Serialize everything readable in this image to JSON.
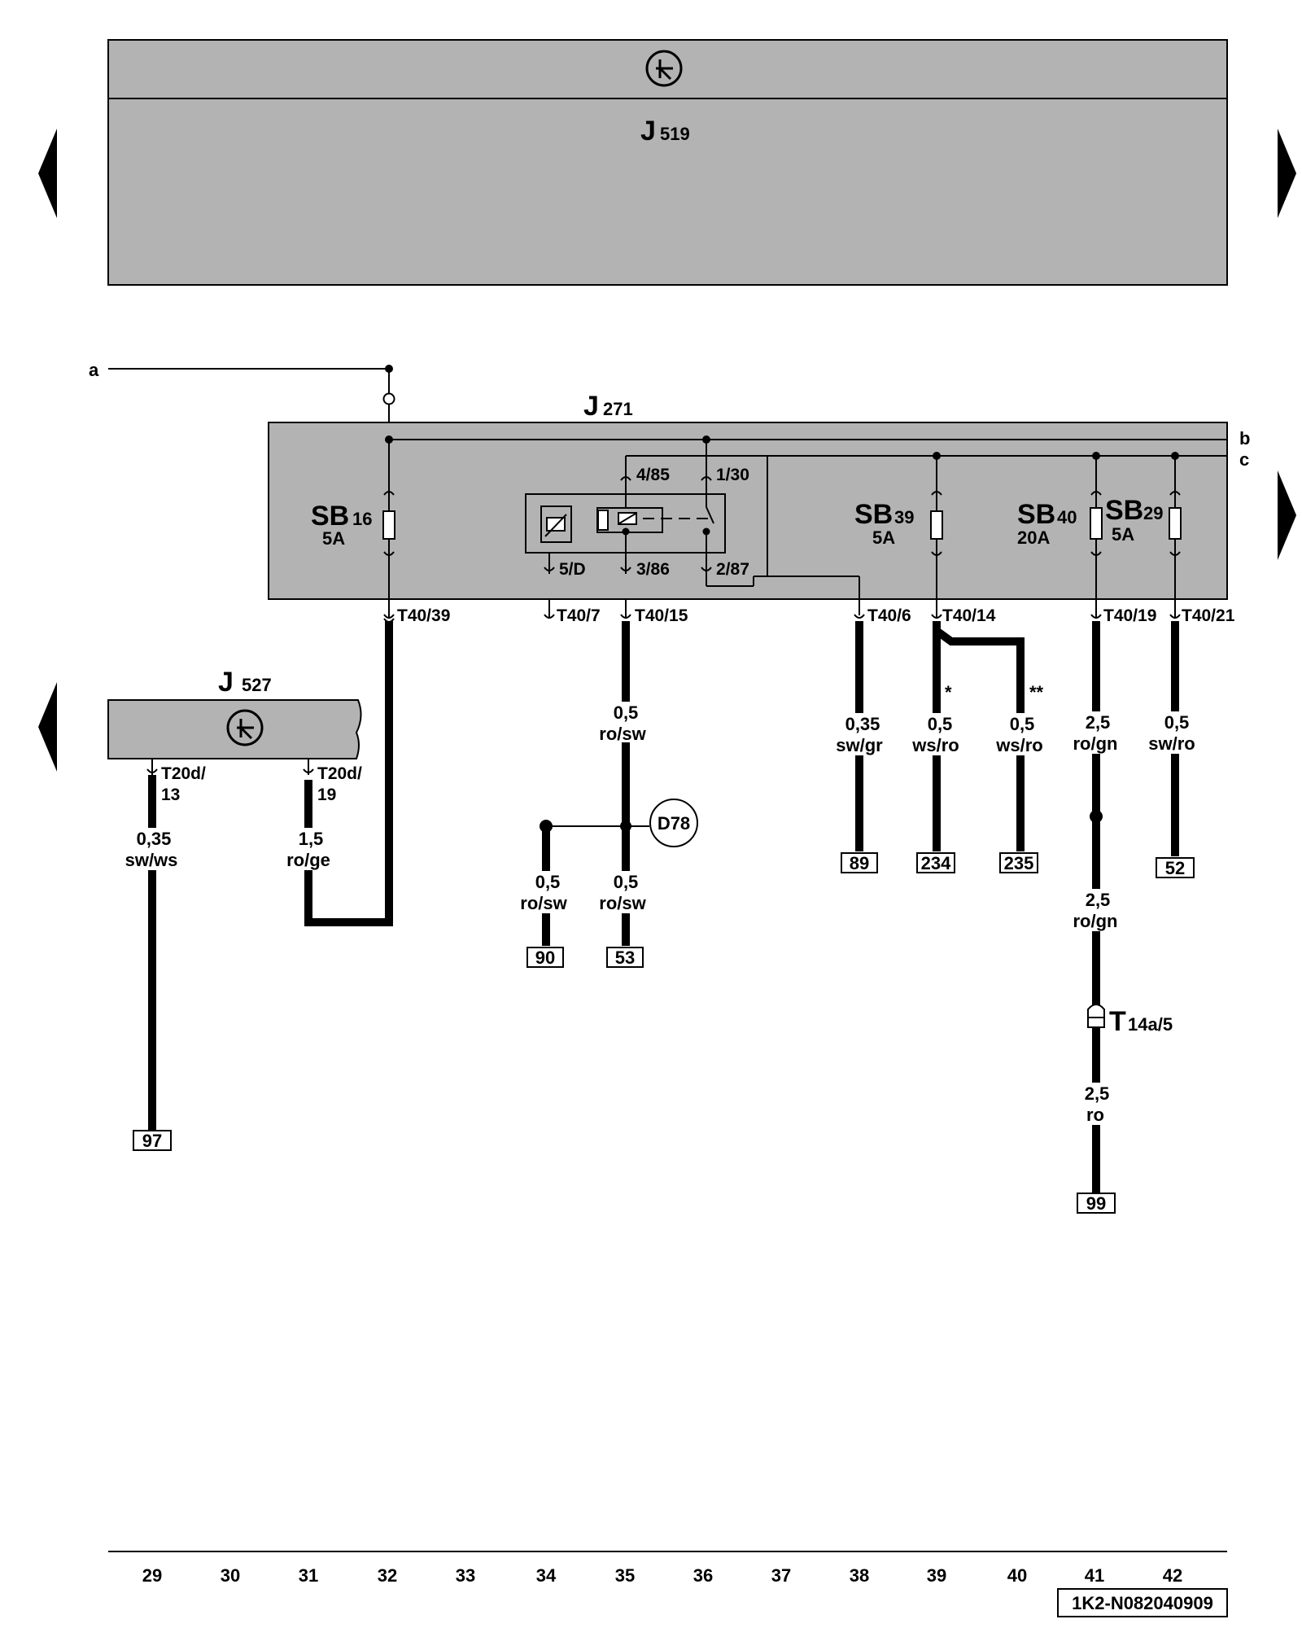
{
  "diagram": {
    "components": {
      "j519": {
        "letter": "J",
        "sub": "519"
      },
      "j271": {
        "letter": "J",
        "sub": "271"
      },
      "j527": {
        "letter": "J",
        "sub": "527"
      }
    },
    "lines": {
      "a": "a",
      "b": "b",
      "c": "c"
    },
    "fuses": {
      "sb16": {
        "name": "SB",
        "num": "16",
        "rating": "5A"
      },
      "sb39": {
        "name": "SB",
        "num": "39",
        "rating": "5A"
      },
      "sb40": {
        "name": "SB",
        "num": "40",
        "rating": "20A"
      },
      "sb29": {
        "name": "SB",
        "num": "29",
        "rating": "5A"
      }
    },
    "relay_pins": [
      "4/85",
      "1/30",
      "5/D",
      "3/86",
      "2/87"
    ],
    "connectors": {
      "t40_39": "T40/39",
      "t40_7": "T40/7",
      "t40_15": "T40/15",
      "t40_6": "T40/6",
      "t40_14": "T40/14",
      "t40_19": "T40/19",
      "t40_21": "T40/21",
      "t20d_13_a": "T20d/",
      "t20d_13_b": "13",
      "t20d_19_a": "T20d/",
      "t20d_19_b": "19",
      "t14a": "T",
      "t14a_sub": "14a/5"
    },
    "wires": {
      "w35a": {
        "size": "0,5",
        "color": "ro/sw"
      },
      "w34": {
        "size": "0,5",
        "color": "ro/sw"
      },
      "w35b": {
        "size": "0,5",
        "color": "ro/sw"
      },
      "w38": {
        "size": "0,35",
        "color": "sw/gr"
      },
      "w39": {
        "size": "0,5",
        "color": "ws/ro"
      },
      "w40": {
        "size": "0,5",
        "color": "ws/ro"
      },
      "w41a": {
        "size": "2,5",
        "color": "ro/gn"
      },
      "w41b": {
        "size": "2,5",
        "color": "ro/gn"
      },
      "w41c": {
        "size": "2,5",
        "color": "ro"
      },
      "w42": {
        "size": "0,5",
        "color": "sw/ro"
      },
      "w29": {
        "size": "0,35",
        "color": "sw/ws"
      },
      "w31": {
        "size": "1,5",
        "color": "ro/ge"
      }
    },
    "marks": {
      "single": "*",
      "double": "**"
    },
    "diode": "D78",
    "refs": [
      "89",
      "234",
      "235",
      "52",
      "90",
      "53",
      "97",
      "99"
    ],
    "columns": [
      "29",
      "30",
      "31",
      "32",
      "33",
      "34",
      "35",
      "36",
      "37",
      "38",
      "39",
      "40",
      "41",
      "42"
    ],
    "code": "1K2-N082040909",
    "icons": [
      "ground-symbol-icon",
      "fuse-icon",
      "relay-coil-icon",
      "thermistor-icon",
      "page-arrow-icon"
    ]
  }
}
